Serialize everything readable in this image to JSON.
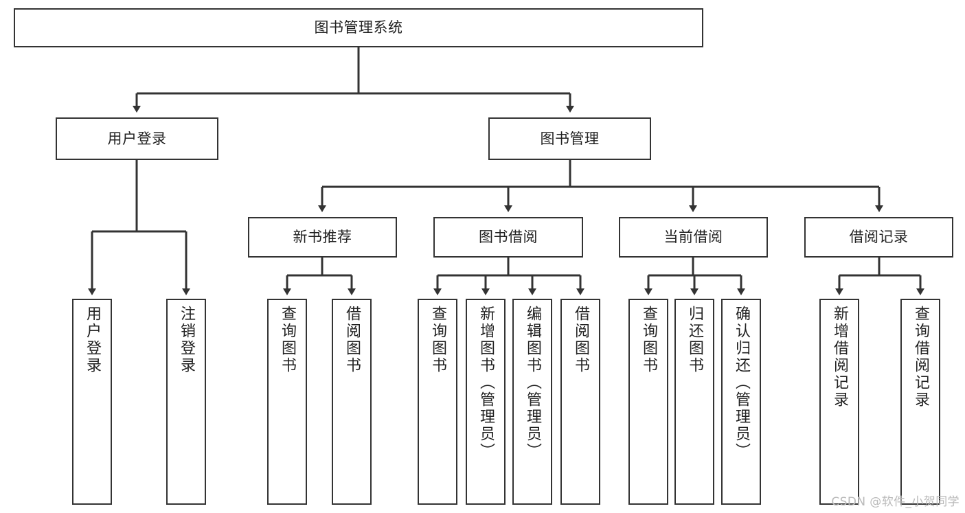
{
  "diagram": {
    "title": "图书管理系统",
    "type": "tree-hierarchy-chart",
    "watermark": "CSDN @软件_小贺同学",
    "colors": {
      "box_border": "#333333",
      "box_fill": "#ffffff",
      "connector": "#333333",
      "text": "#222222",
      "watermark": "#b9b9b9",
      "background": "#ffffff"
    },
    "nodes": {
      "root": {
        "label": "图书管理系统"
      },
      "level2": [
        {
          "id": "user-login",
          "label": "用户登录"
        },
        {
          "id": "book-manage",
          "label": "图书管理"
        }
      ],
      "level3": [
        {
          "id": "new-book-rec",
          "label": "新书推荐"
        },
        {
          "id": "book-borrow",
          "label": "图书借阅"
        },
        {
          "id": "current-borrow",
          "label": "当前借阅"
        },
        {
          "id": "borrow-record",
          "label": "借阅记录"
        }
      ],
      "leaves": {
        "user-login": [
          {
            "id": "leaf-user-login",
            "label": "用户登录"
          },
          {
            "id": "leaf-logout",
            "label": "注销登录"
          }
        ],
        "new-book-rec": [
          {
            "id": "leaf-query-book-1",
            "label": "查询图书"
          },
          {
            "id": "leaf-borrow-book-1",
            "label": "借阅图书"
          }
        ],
        "book-borrow": [
          {
            "id": "leaf-query-book-2",
            "label": "查询图书"
          },
          {
            "id": "leaf-add-book",
            "label": "新增图书（管理员）"
          },
          {
            "id": "leaf-edit-book",
            "label": "编辑图书（管理员）"
          },
          {
            "id": "leaf-borrow-book-2",
            "label": "借阅图书"
          }
        ],
        "current-borrow": [
          {
            "id": "leaf-query-book-3",
            "label": "查询图书"
          },
          {
            "id": "leaf-return-book",
            "label": "归还图书"
          },
          {
            "id": "leaf-confirm-return",
            "label": "确认归还（管理员）"
          }
        ],
        "borrow-record": [
          {
            "id": "leaf-add-record",
            "label": "新增借阅记录"
          },
          {
            "id": "leaf-query-record",
            "label": "查询借阅记录"
          }
        ]
      }
    }
  }
}
